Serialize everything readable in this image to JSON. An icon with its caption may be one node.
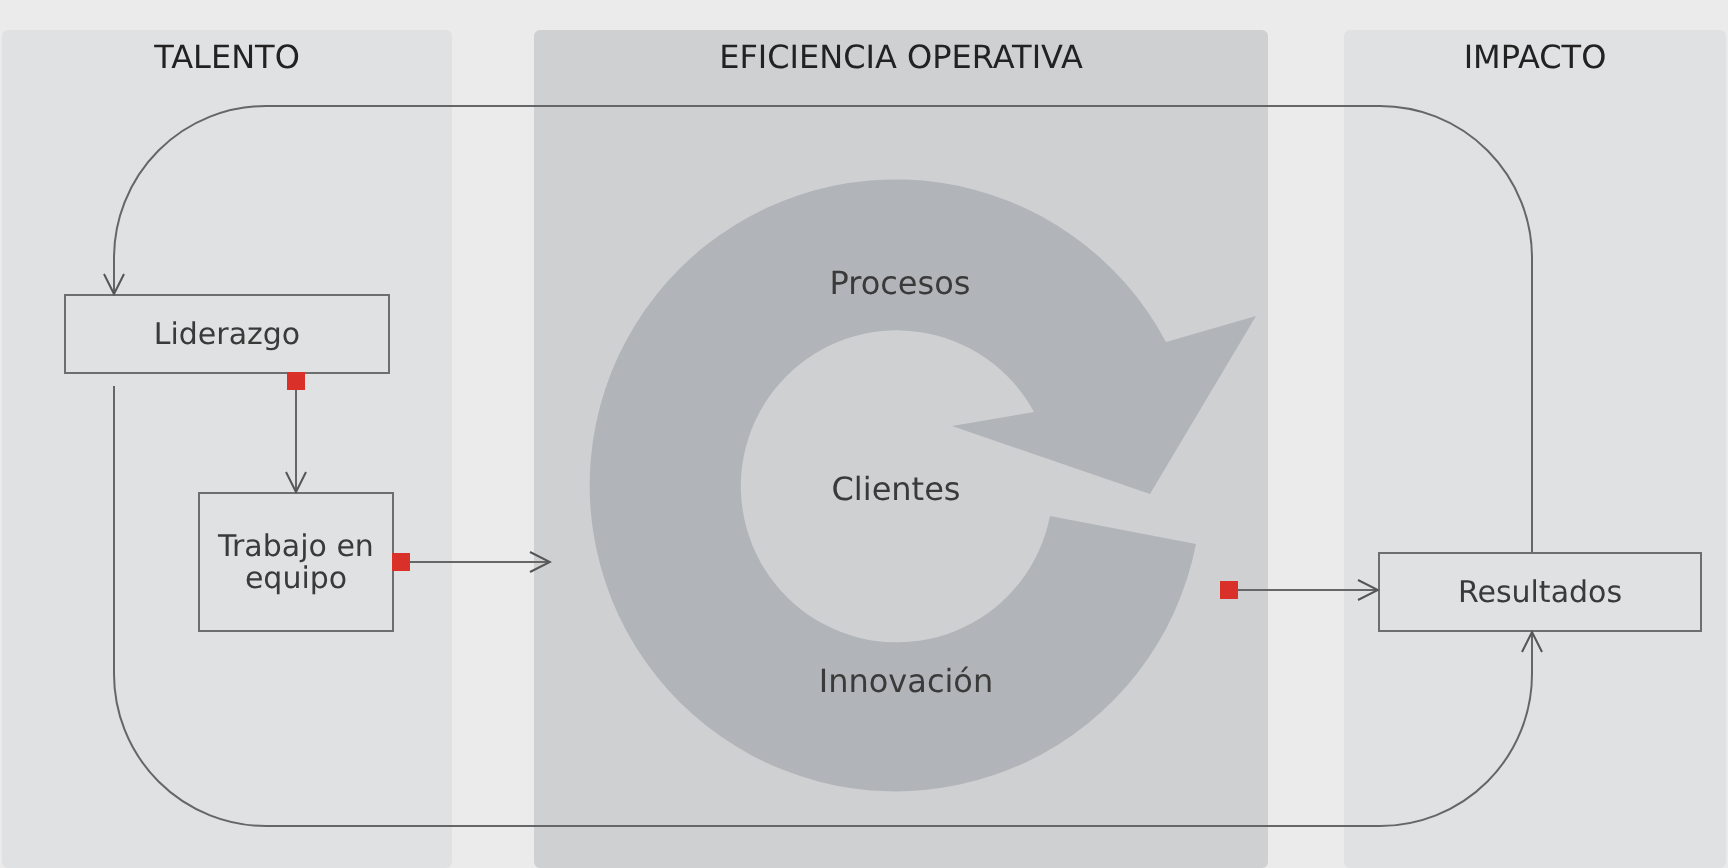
{
  "diagram": {
    "nodes": [
      {
        "text": [
          "TALENTO"
        ]
      },
      {
        "text": [
          "Liderazgo"
        ],
        "in": 0
      },
      {
        "text": [
          "Trabajo en equipo"
        ],
        "in": 0
      },
      {
        "text": [
          "EFICIENCIA OPERATIVA"
        ]
      },
      {
        "text": [
          "Procesos",
          "Clientes",
          "Innovación"
        ],
        "in": 3
      },
      {
        "text": [
          "IMPACTO"
        ]
      },
      {
        "text": [
          "Resultados"
        ],
        "in": 5
      }
    ],
    "edges": [
      {
        "from": 1,
        "to": 2,
        "arrow": "to"
      },
      {
        "from": 2,
        "to": 4,
        "arrow": "to"
      },
      {
        "from": 4,
        "to": 6,
        "arrow": "to"
      },
      {
        "from": 6,
        "to": 1,
        "arrow": "to"
      },
      {
        "from": 1,
        "to": 6,
        "arrow": "to"
      }
    ]
  }
}
